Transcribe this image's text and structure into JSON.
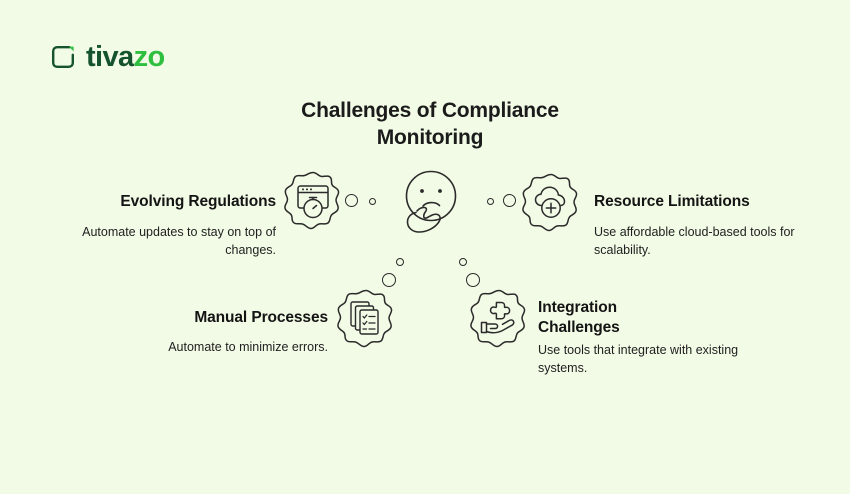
{
  "brand": {
    "logo_mark": "rounded-square-logo-icon",
    "name_part1": "tiva",
    "name_part2": "zo",
    "color_dark": "#14532d",
    "color_accent": "#2fbf3f"
  },
  "background_color": "#f2fbe6",
  "title": {
    "line1": "Challenges of Compliance",
    "line2": "Monitoring",
    "full": "Challenges of Compliance Monitoring"
  },
  "center_icon": "thinking-face-icon",
  "items": [
    {
      "id": "evolving-regulations",
      "heading": "Evolving Regulations",
      "body": "Automate updates to stay on top of changes.",
      "icon": "browser-timer-icon"
    },
    {
      "id": "resource-limitations",
      "heading": "Resource Limitations",
      "body": "Use affordable cloud-based tools for scalability.",
      "icon": "cloud-plus-icon"
    },
    {
      "id": "manual-processes",
      "heading": "Manual Processes",
      "body": "Automate to minimize errors.",
      "icon": "checklist-documents-icon"
    },
    {
      "id": "integration-challenges",
      "heading_line1": "Integration",
      "heading_line2": "Challenges",
      "heading": "Integration Challenges",
      "body": "Use tools that integrate with existing systems.",
      "icon": "hand-puzzle-piece-icon"
    }
  ]
}
